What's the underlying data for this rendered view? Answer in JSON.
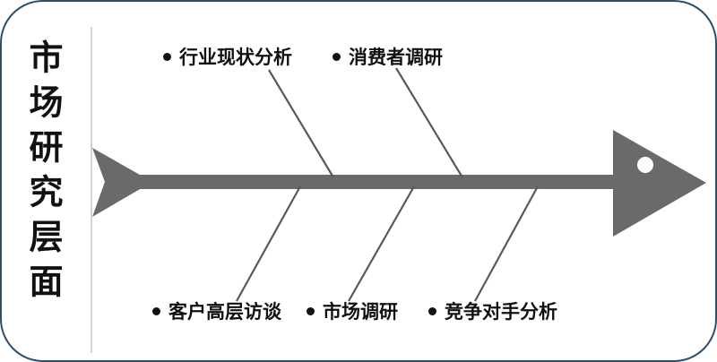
{
  "title": {
    "text": "市场研究层面"
  },
  "diagram": {
    "type": "fishbone"
  },
  "branches": {
    "top": [
      {
        "label": "行业现状分析"
      },
      {
        "label": "消费者调研"
      }
    ],
    "bottom": [
      {
        "label": "客户高层访谈"
      },
      {
        "label": "市场调研"
      },
      {
        "label": "竞争对手分析"
      }
    ]
  },
  "colors": {
    "skeleton": "#6a6a6a",
    "branch_line": "#58595b",
    "text": "#111111",
    "border": "#2e4d6b",
    "divider": "#ccd4da",
    "background": "#ffffff",
    "eye": "#ffffff"
  }
}
